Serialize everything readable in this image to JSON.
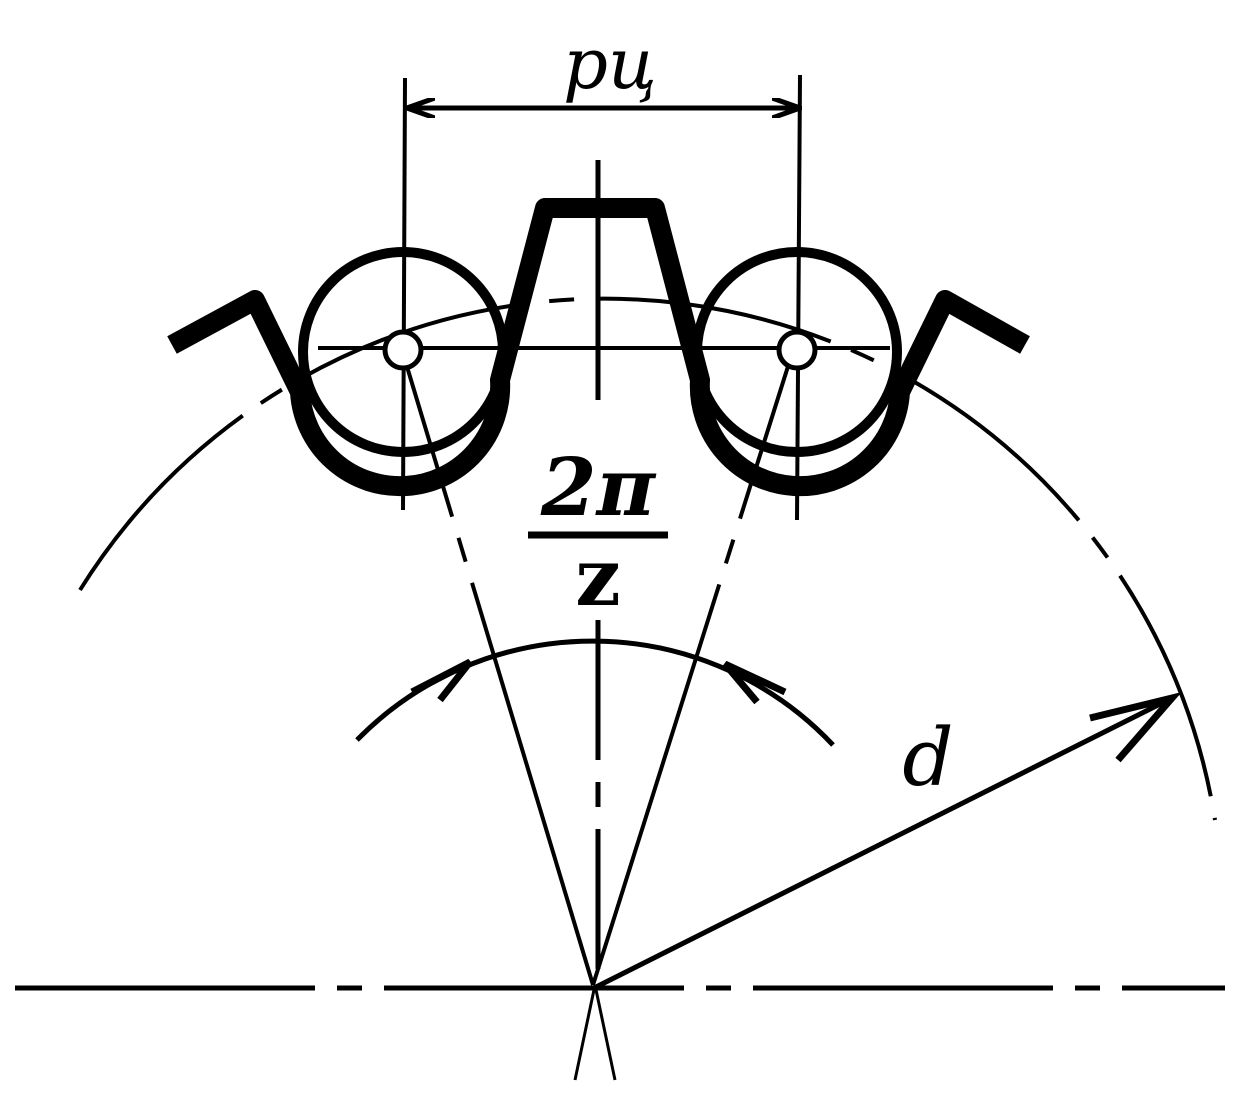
{
  "labels": {
    "pitch": "pц",
    "angle_numerator": "2π",
    "angle_denominator": "z",
    "diameter": "d"
  },
  "colors": {
    "ink": "#000000",
    "background": "#ffffff"
  }
}
